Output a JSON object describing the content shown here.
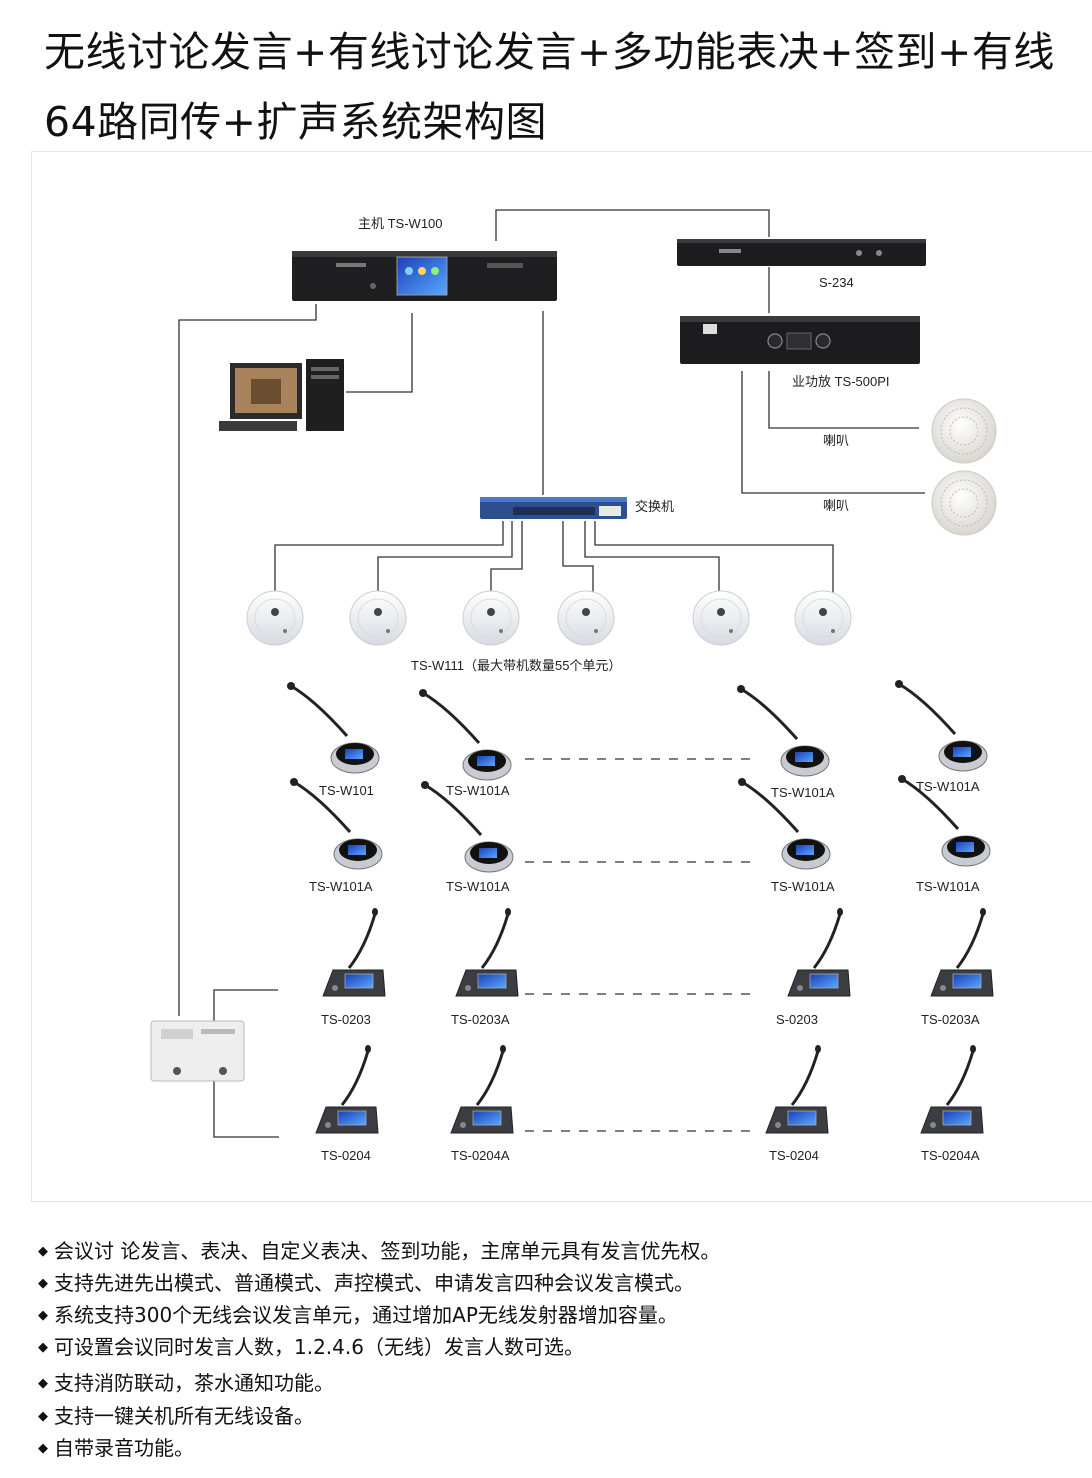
{
  "title": {
    "line1": "无线讨论发言+有线讨论发言+多功能表决+签到+有线",
    "line2": "64路同传+扩声系统架构图"
  },
  "diagram": {
    "host_label": "主机 TS-W100",
    "processor_label": "S-234",
    "amp_label": "业功放  TS-500PI",
    "speaker_label_1": "喇叭",
    "speaker_label_2": "喇叭",
    "switch_label": "交换机",
    "ap_caption": "TS-W111（最大带机数量55个单元）",
    "wireless_row1": [
      "TS-W101",
      "TS-W101A",
      "TS-W101A",
      "TS-W101A"
    ],
    "wireless_row2": [
      "TS-W101A",
      "TS-W101A",
      "TS-W101A",
      "TS-W101A"
    ],
    "wired_row1": [
      "TS-0203",
      "TS-0203A",
      "S-0203",
      "TS-0203A"
    ],
    "wired_row2": [
      "TS-0204",
      "TS-0204A",
      "TS-0204",
      "TS-0204A"
    ]
  },
  "features": [
    "会议讨 论发言、表决、自定义表决、签到功能，主席单元具有发言优先权。",
    "支持先进先出模式、普通模式、声控模式、申请发言四种会议发言模式。",
    "系统支持300个无线会议发言单元，通过增加AP无线发射器增加容量。",
    "可设置会议同时发言人数，1.2.4.6（无线）发言人数可选。",
    "支持消防联动，茶水通知功能。",
    "支持一键关机所有无线设备。",
    "自带录音功能。"
  ],
  "bullet_glyph": "◆"
}
